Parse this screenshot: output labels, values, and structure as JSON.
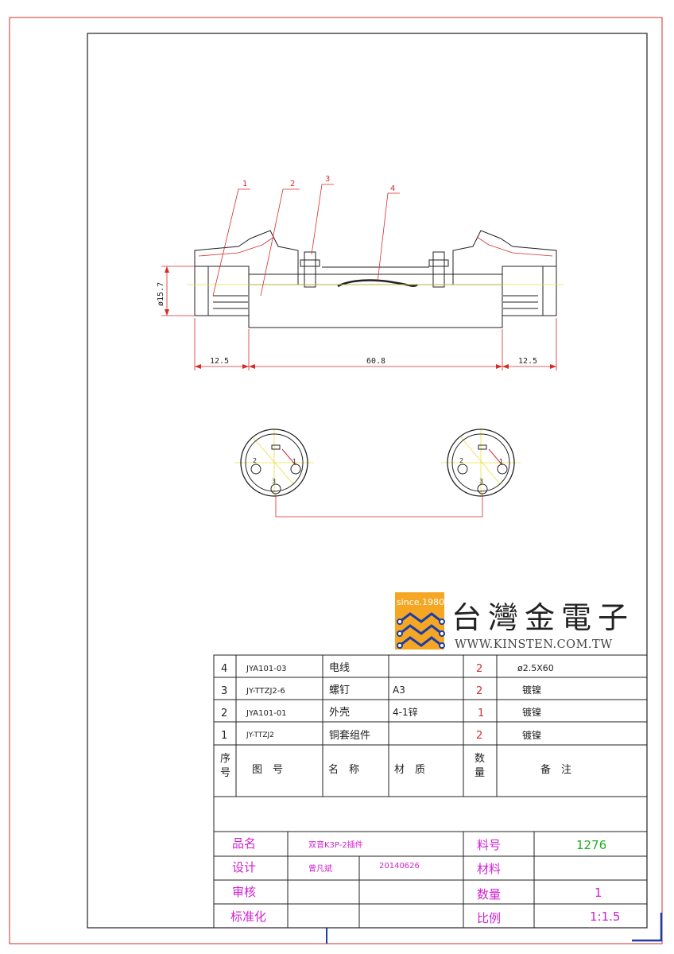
{
  "callouts": [
    "1",
    "2",
    "3",
    "4"
  ],
  "dimensions": {
    "diameter": "ø15.7",
    "left": "12.5",
    "center": "60.8",
    "right": "12.5"
  },
  "connector_pins": {
    "left": {
      "p1": "1",
      "p2": "2",
      "p3": "3"
    },
    "right": {
      "p1": "1",
      "p2": "2",
      "p3": "3"
    }
  },
  "logo": {
    "since": "since.1980",
    "company": "台灣金電子",
    "url": "WWW.KINSTEN.COM.TW",
    "colors": {
      "badge": "#f5a623",
      "chip": "#1a3da8",
      "text": "#222222"
    }
  },
  "bom": {
    "rows": [
      {
        "no": "4",
        "code": "JYA101-03",
        "name": "电线",
        "material": "",
        "qty": "2",
        "remark": "ø2.5X60"
      },
      {
        "no": "3",
        "code": "JY-TTZJ2-6",
        "name": "螺钉",
        "material": "A3",
        "qty": "2",
        "remark": "镀镍"
      },
      {
        "no": "2",
        "code": "JYA101-01",
        "name": "外壳",
        "material": "4-1锌",
        "qty": "1",
        "remark": "镀镍"
      },
      {
        "no": "1",
        "code": "JY-TTZJ2",
        "name": "铜套组件",
        "material": "",
        "qty": "2",
        "remark": "镀镍"
      }
    ],
    "header": {
      "no_a": "序",
      "no_b": "号",
      "code": "图　号",
      "name": "名　称",
      "material": "材　质",
      "qty_a": "数",
      "qty_b": "量",
      "remark": "备　注"
    }
  },
  "title_block": {
    "product_label": "品名",
    "product_value": "双音K3P-2插件",
    "part_no_label": "料号",
    "part_no_value": "1276",
    "design_label": "设计",
    "designer": "曾凡斌",
    "date": "20140626",
    "material_label": "材料",
    "material_value": "",
    "review_label": "审核",
    "qty_label": "数量",
    "qty_value": "1",
    "standard_label": "标准化",
    "scale_label": "比例",
    "scale_value": "1:1.5"
  },
  "colors": {
    "frame": "#d62c2c",
    "leader": "#d62c2c",
    "magenta": "#d020d0",
    "green": "#22b022",
    "yellow": "#e8e040",
    "line": "#222222"
  }
}
